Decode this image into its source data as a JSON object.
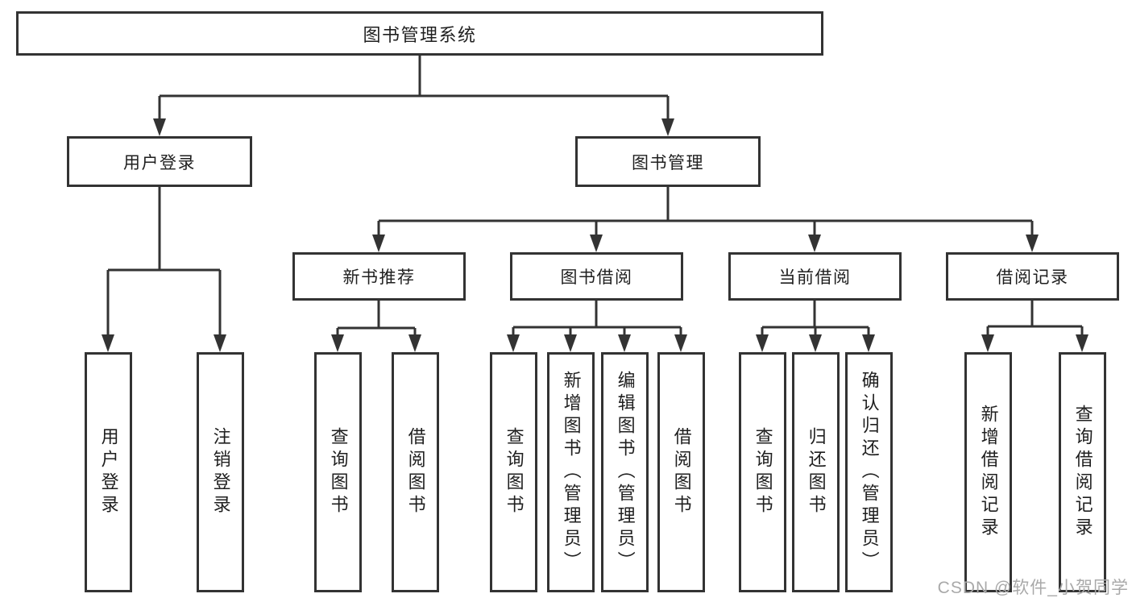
{
  "diagram": {
    "type": "hierarchy-tree",
    "root": {
      "label": "图书管理系统"
    },
    "children": [
      {
        "label": "用户登录",
        "children": [
          {
            "label": "用户登录"
          },
          {
            "label": "注销登录"
          }
        ]
      },
      {
        "label": "图书管理",
        "children": [
          {
            "label": "新书推荐",
            "children": [
              {
                "label": "查询图书"
              },
              {
                "label": "借阅图书"
              }
            ]
          },
          {
            "label": "图书借阅",
            "children": [
              {
                "label": "查询图书"
              },
              {
                "label": "新增图书（管理员）"
              },
              {
                "label": "编辑图书（管理员）"
              },
              {
                "label": "借阅图书"
              }
            ]
          },
          {
            "label": "当前借阅",
            "children": [
              {
                "label": "查询图书"
              },
              {
                "label": "归还图书"
              },
              {
                "label": "确认归还（管理员）"
              }
            ]
          },
          {
            "label": "借阅记录",
            "children": [
              {
                "label": "新增借阅记录"
              },
              {
                "label": "查询借阅记录"
              }
            ]
          }
        ]
      }
    ]
  },
  "watermark": {
    "text": "CSDN @软件_小贺同学"
  },
  "colors": {
    "line": "#333333",
    "box_border": "#333333",
    "text": "#1f1f1f",
    "watermark": "#a9a9a9",
    "background": "#ffffff"
  }
}
